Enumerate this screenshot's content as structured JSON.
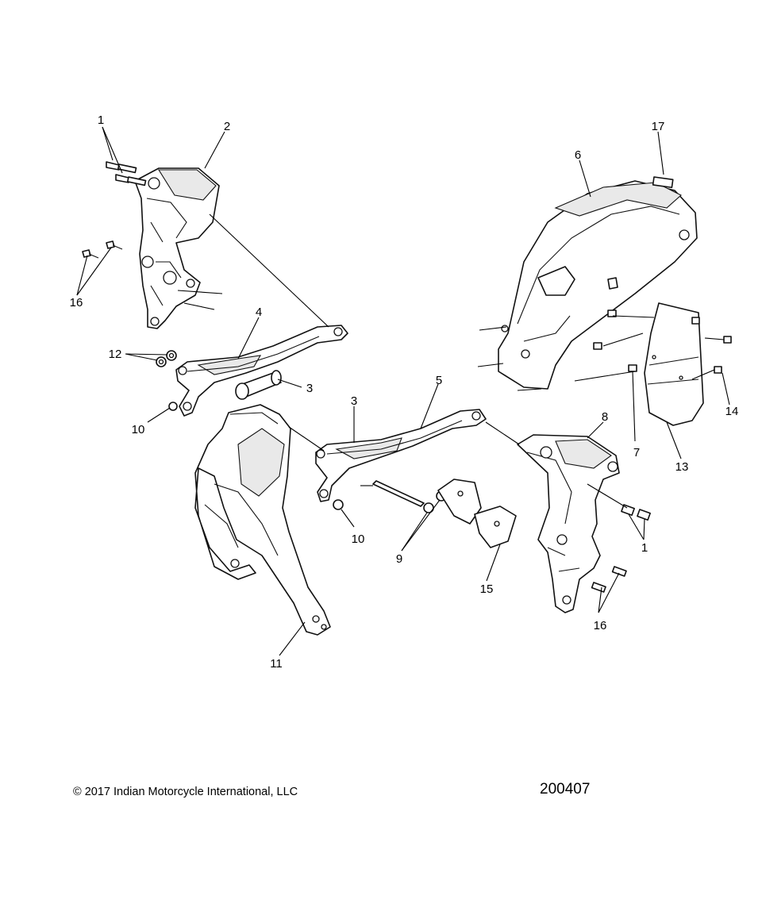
{
  "callouts": [
    {
      "id": "c1a",
      "text": "1"
    },
    {
      "id": "c2",
      "text": "2"
    },
    {
      "id": "c16a",
      "text": "16"
    },
    {
      "id": "c4",
      "text": "4"
    },
    {
      "id": "c12",
      "text": "12"
    },
    {
      "id": "c3a",
      "text": "3"
    },
    {
      "id": "c10a",
      "text": "10"
    },
    {
      "id": "c3b",
      "text": "3"
    },
    {
      "id": "c5",
      "text": "5"
    },
    {
      "id": "c10b",
      "text": "10"
    },
    {
      "id": "c9",
      "text": "9"
    },
    {
      "id": "c11",
      "text": "11"
    },
    {
      "id": "c15",
      "text": "15"
    },
    {
      "id": "c8",
      "text": "8"
    },
    {
      "id": "c1b",
      "text": "1"
    },
    {
      "id": "c16b",
      "text": "16"
    },
    {
      "id": "c17",
      "text": "17"
    },
    {
      "id": "c6",
      "text": "6"
    },
    {
      "id": "c14",
      "text": "14"
    },
    {
      "id": "c7",
      "text": "7"
    },
    {
      "id": "c13",
      "text": "13"
    }
  ],
  "footer": {
    "copyright": "© 2017 Indian Motorcycle International, LLC",
    "diagram_number": "200407"
  }
}
